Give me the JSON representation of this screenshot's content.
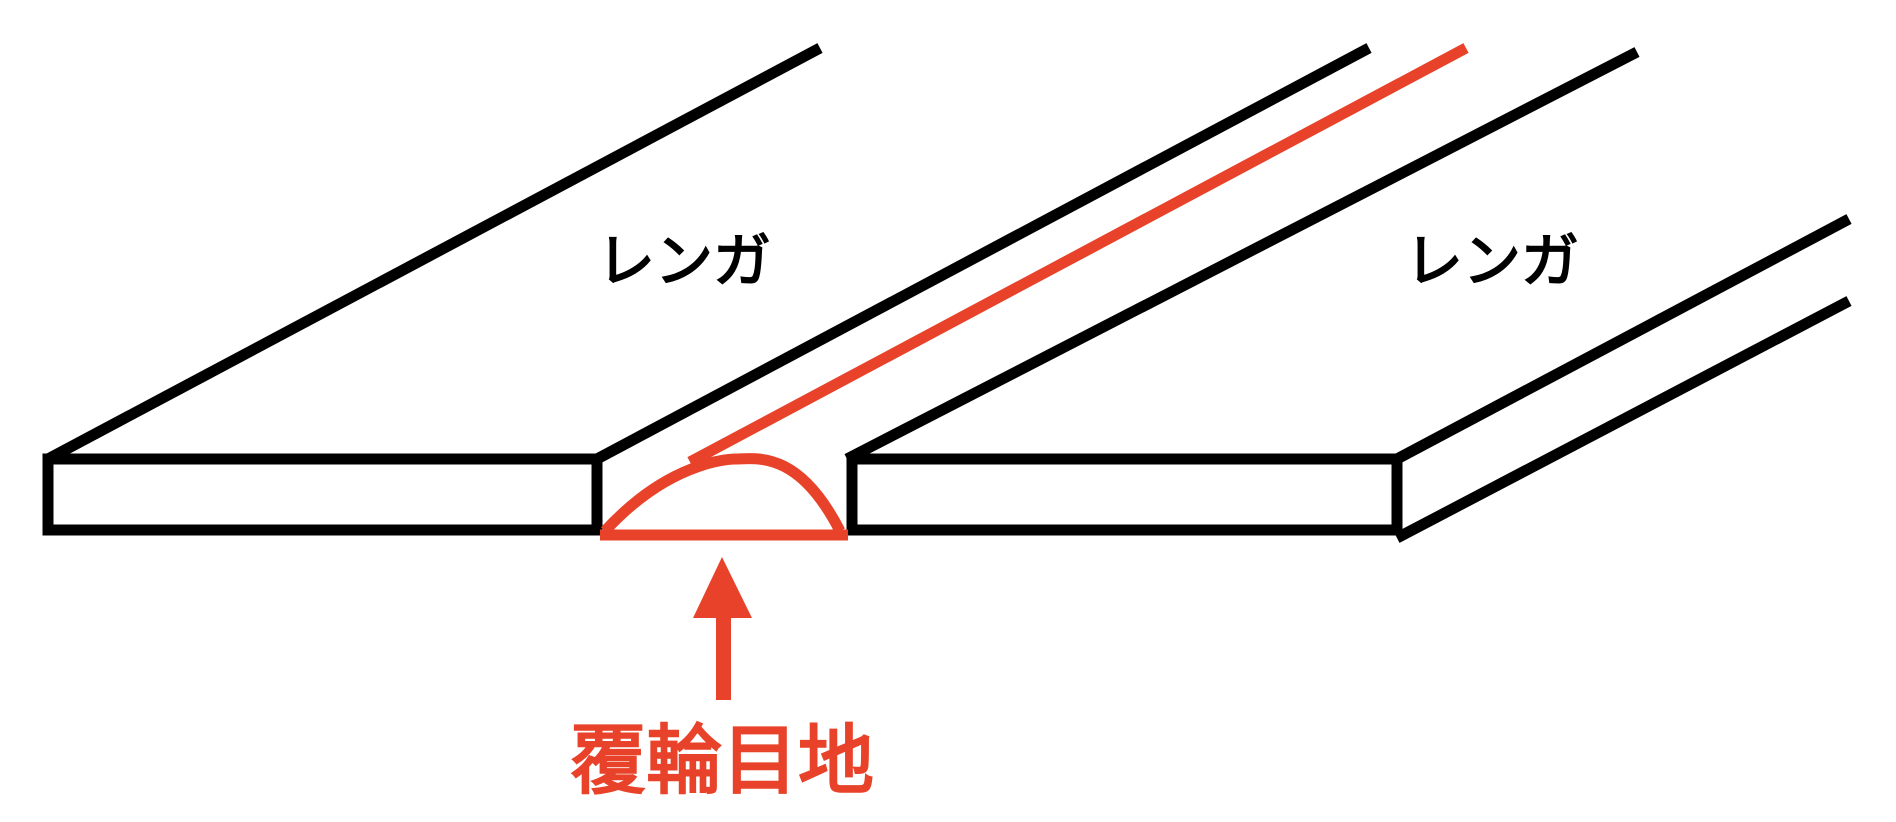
{
  "labels": {
    "left_brick": "レンガ",
    "right_brick": "レンガ",
    "joint": "覆輪目地"
  },
  "colors": {
    "brick_outline": "#000000",
    "joint_accent": "#e8432a",
    "background": "#ffffff"
  }
}
